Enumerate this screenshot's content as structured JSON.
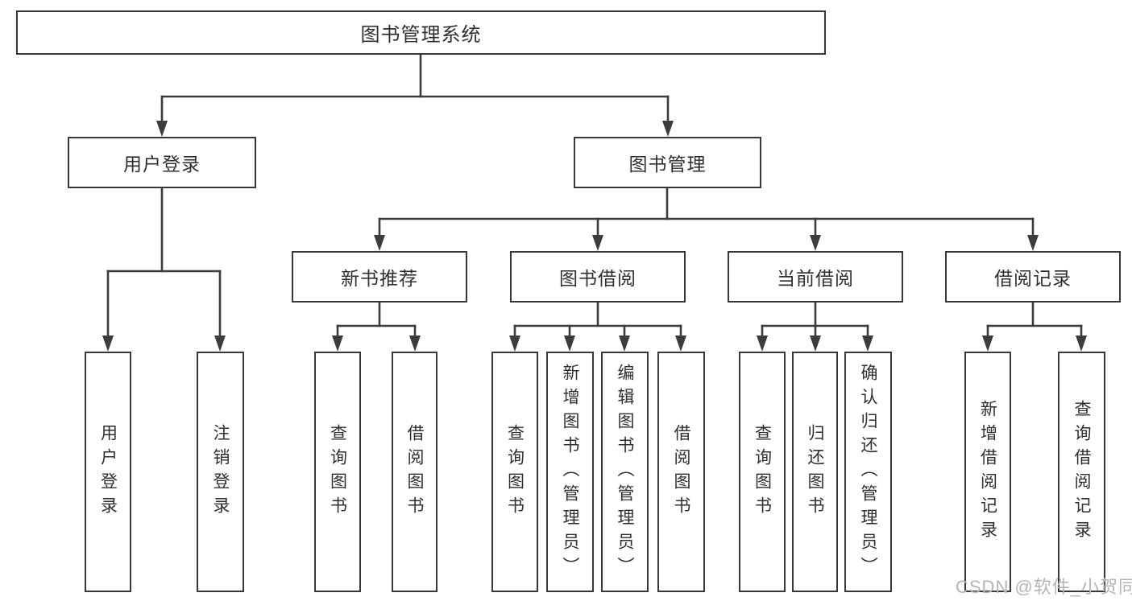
{
  "diagram": {
    "title": "图书管理系统",
    "branches": [
      {
        "label": "用户登录",
        "children": [
          {
            "label": "用户登录"
          },
          {
            "label": "注销登录"
          }
        ]
      },
      {
        "label": "图书管理",
        "children": [
          {
            "label": "新书推荐",
            "children": [
              {
                "label": "查询图书"
              },
              {
                "label": "借阅图书"
              }
            ]
          },
          {
            "label": "图书借阅",
            "children": [
              {
                "label": "查询图书"
              },
              {
                "label": "新增图书（管理员）"
              },
              {
                "label": "编辑图书（管理员）"
              },
              {
                "label": "借阅图书"
              }
            ]
          },
          {
            "label": "当前借阅",
            "children": [
              {
                "label": "查询图书"
              },
              {
                "label": "归还图书"
              },
              {
                "label": "确认归还（管理员）"
              }
            ]
          },
          {
            "label": "借阅记录",
            "children": [
              {
                "label": "新增借阅记录"
              },
              {
                "label": "查询借阅记录"
              }
            ]
          }
        ]
      }
    ],
    "watermark": "CSDN @软件_小贺同学",
    "colors": {
      "line": "#3c3c3c",
      "box_border": "#383838",
      "text": "#2f2f2f",
      "watermark": "#b5b5b5",
      "background": "#ffffff"
    }
  }
}
